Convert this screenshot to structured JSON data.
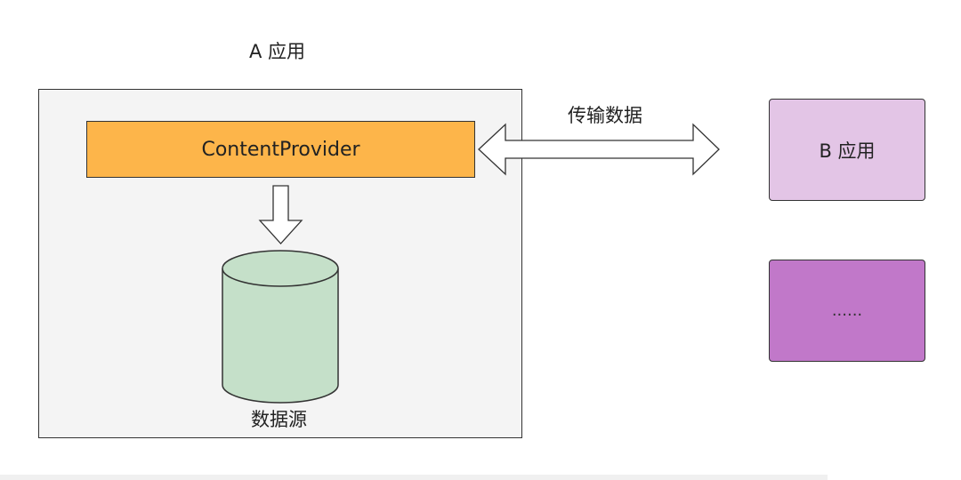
{
  "diagram": {
    "app_a_title": "A 应用",
    "content_provider_label": "ContentProvider",
    "data_source_label": "数据源",
    "transfer_label": "传输数据",
    "app_b_label": "B 应用",
    "other_apps_label": "......"
  },
  "colors": {
    "app_a_background": "#f4f4f4",
    "content_provider": "#fdb54a",
    "data_source": "#c5e0c9",
    "app_b": "#e3c5e6",
    "other_apps": "#c178c9",
    "stroke": "#333333"
  },
  "icons": {
    "down_arrow": "down-arrow-icon",
    "bidirectional_arrow": "double-arrow-icon",
    "database": "database-cylinder-icon"
  }
}
